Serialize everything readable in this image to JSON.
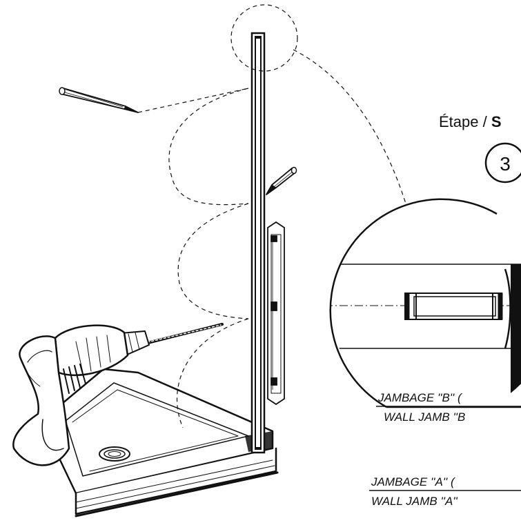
{
  "step": {
    "label_fr": "Étape",
    "separator": " / ",
    "label_en_bold": "S",
    "number": "3"
  },
  "labels": {
    "jamb_b_fr": "JAMBAGE  ''B'' (",
    "jamb_b_en": "WALL JAMB ''B",
    "jamb_a_fr": "JAMBAGE  ''A'' (",
    "jamb_a_en": "WALL JAMB ''A''"
  },
  "icons": {
    "pencil_top": "pencil-icon",
    "pencil_mid": "pencil-icon",
    "drill": "drill-icon"
  }
}
